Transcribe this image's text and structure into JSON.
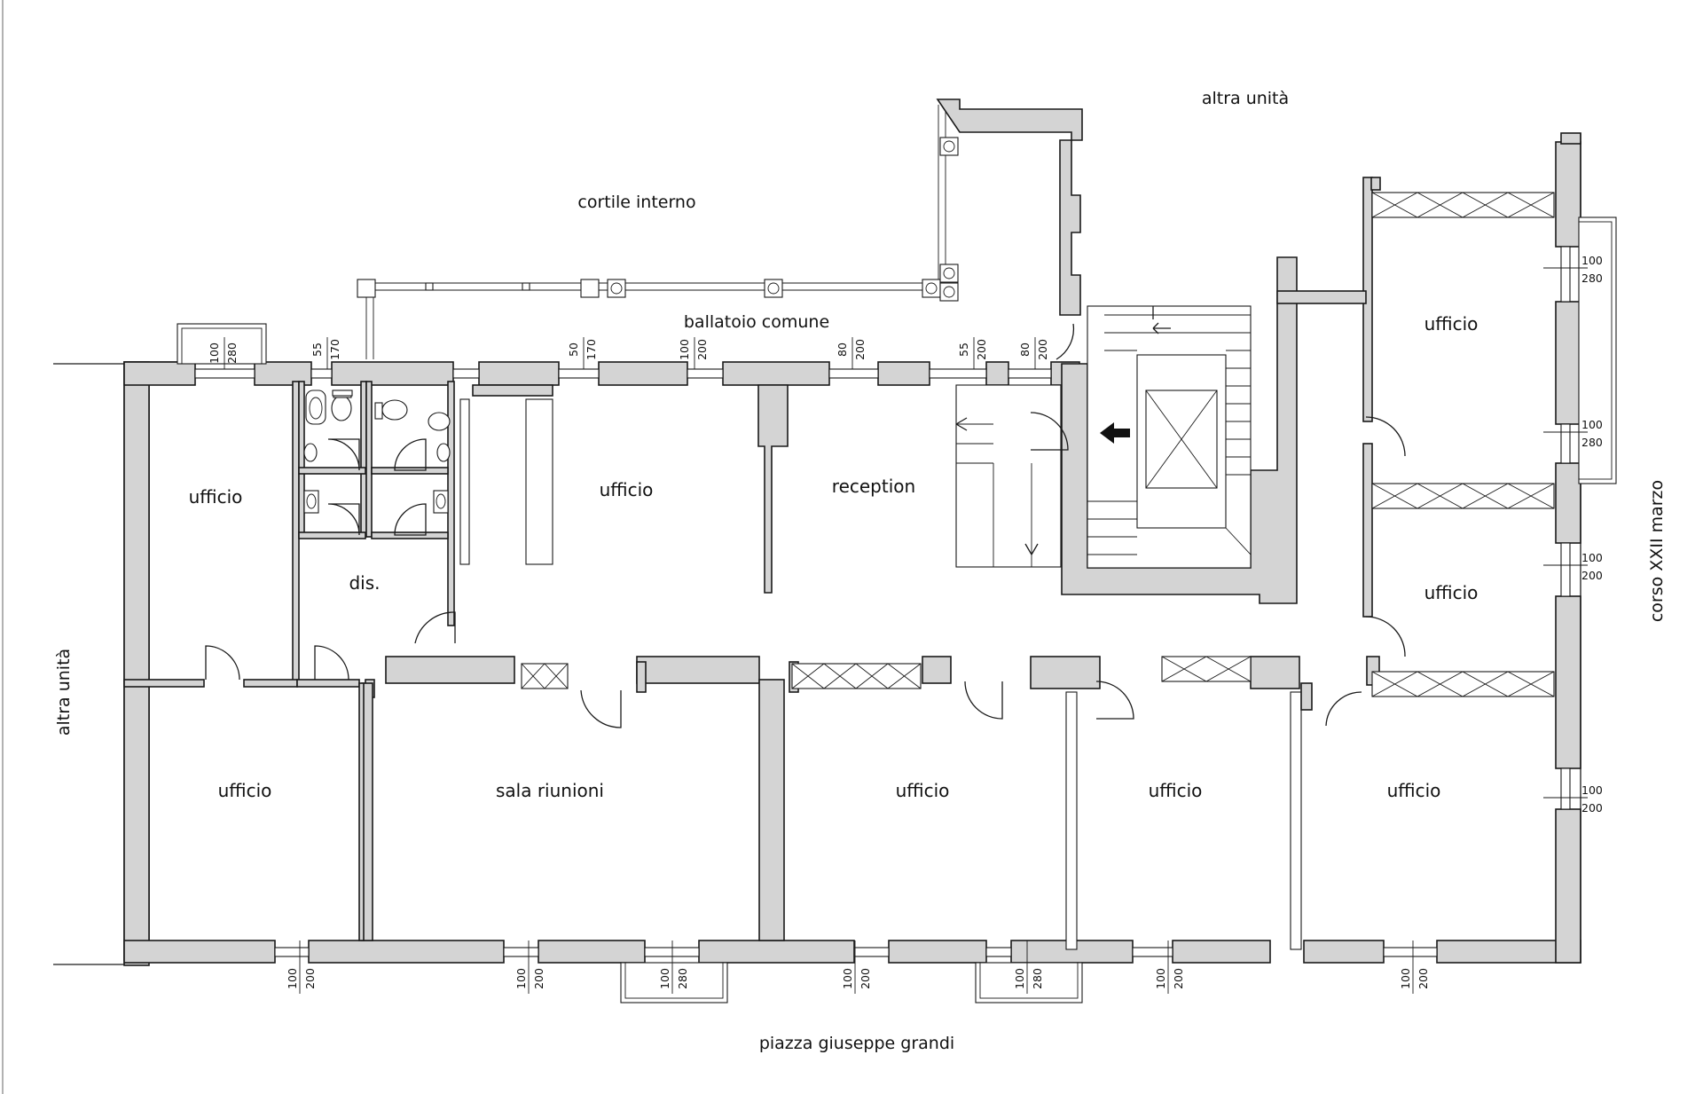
{
  "context": {
    "courtyard": "cortile interno",
    "other_unit_top": "altra unità",
    "other_unit_left": "altra unità",
    "balcony_common": "ballatoio comune",
    "street_right": "corso XXII marzo",
    "square_bottom": "piazza giuseppe grandi"
  },
  "rooms": {
    "ufficio_top_left": "ufficio",
    "dis": "dis.",
    "ufficio_top_center": "ufficio",
    "reception": "reception",
    "ufficio_right_top": "ufficio",
    "ufficio_right_mid": "ufficio",
    "ufficio_bottom_left": "ufficio",
    "sala_riunioni": "sala riunioni",
    "ufficio_bottom_center": "ufficio",
    "ufficio_bottom_center_right": "ufficio",
    "ufficio_bottom_right": "ufficio"
  },
  "openings": {
    "top": [
      {
        "w": "100",
        "h": "280"
      },
      {
        "w": "55",
        "h": "170"
      },
      {
        "w": "50",
        "h": "170"
      },
      {
        "w": "100",
        "h": "200"
      },
      {
        "w": "80",
        "h": "200"
      },
      {
        "w": "55",
        "h": "200"
      },
      {
        "w": "80",
        "h": "200"
      }
    ],
    "right": [
      {
        "w": "100",
        "h": "280"
      },
      {
        "w": "100",
        "h": "280"
      },
      {
        "w": "100",
        "h": "200"
      },
      {
        "w": "100",
        "h": "200"
      }
    ],
    "bottom": [
      {
        "w": "100",
        "h": "200"
      },
      {
        "w": "100",
        "h": "200"
      },
      {
        "w": "100",
        "h": "280"
      },
      {
        "w": "100",
        "h": "200"
      },
      {
        "w": "100",
        "h": "280"
      },
      {
        "w": "100",
        "h": "200"
      },
      {
        "w": "100",
        "h": "200"
      }
    ]
  }
}
